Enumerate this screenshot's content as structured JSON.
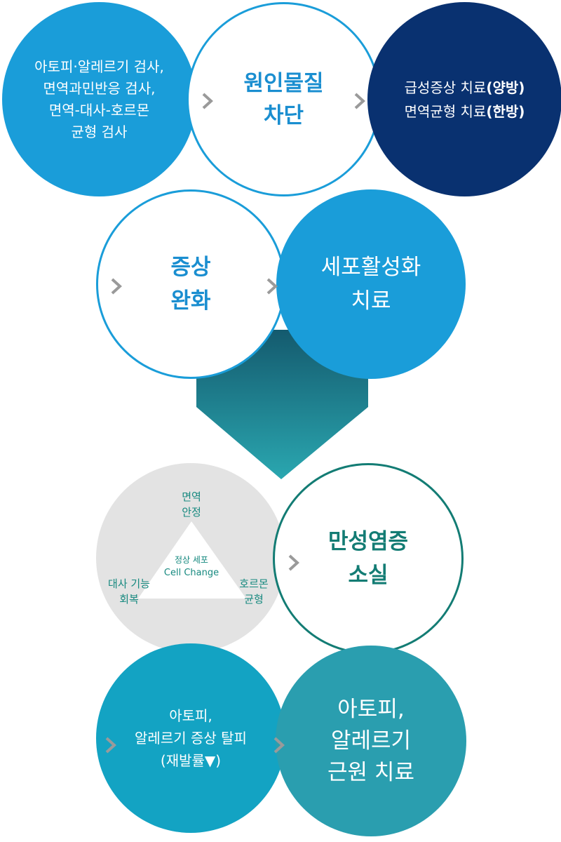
{
  "step1": {
    "text": "아토피·알레르기 검사,\n면역과민반응 검사,\n면역-대사-호르몬\n균형 검사"
  },
  "step2": {
    "text": "원인물질\n차단"
  },
  "step3": {
    "line1_regular": "급성증상 치료",
    "line1_bold": "(양방)",
    "line2_regular": "면역균형 치료",
    "line2_bold": "(한방)"
  },
  "step4": {
    "text": "증상\n완화"
  },
  "step5": {
    "text": "세포활성화\n치료"
  },
  "triangle": {
    "top": "면역\n안정",
    "left": "대사 기능\n회복",
    "right": "호르몬\n균형",
    "center_korean": "정상 세포",
    "center_english": "Cell Change"
  },
  "step6": {
    "text": "만성염증\n소실"
  },
  "step7": {
    "text": "아토피,\n알레르기 증상 탈피\n(재발률▼)"
  },
  "step8": {
    "text": "아토피,\n알레르기\n근원 치료"
  },
  "colors": {
    "blue": "#1a9dd9",
    "navy": "#093170",
    "teal": "#137c74",
    "cyan": "#13a3c3",
    "gray": "#e3e3e3"
  }
}
